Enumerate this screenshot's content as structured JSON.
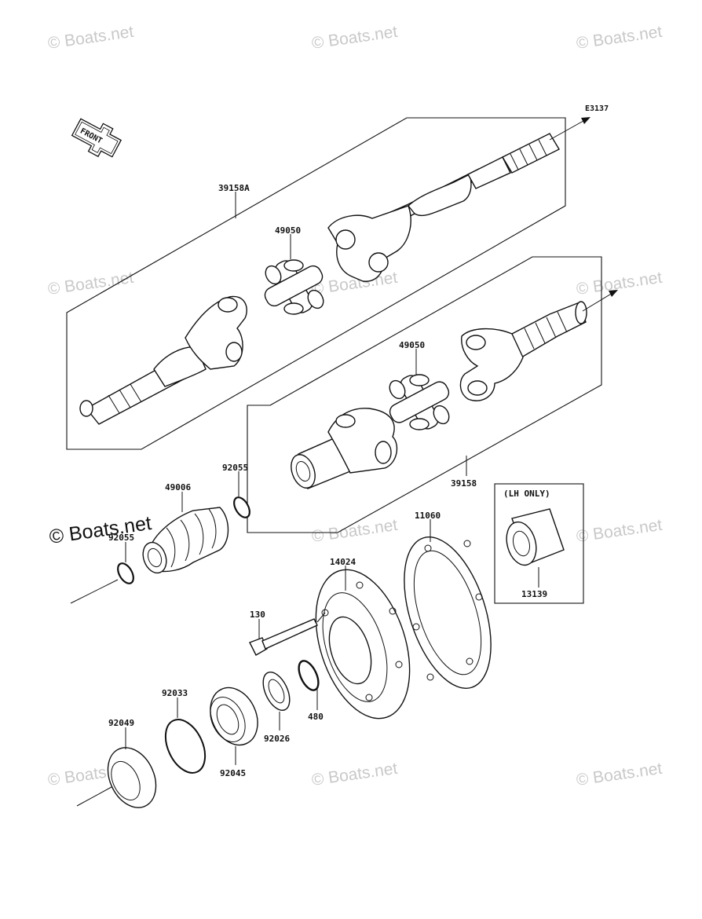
{
  "diagram_code": "E3137",
  "front_label": "FRONT",
  "lh_only_label": "(LH ONLY)",
  "watermark_text": "© Boats.net",
  "parts": {
    "p39158A": "39158A",
    "p49050_upper": "49050",
    "p49050_lower": "49050",
    "p39158": "39158",
    "p49006": "49006",
    "p92055_upper": "92055",
    "p92055_lower": "92055",
    "p11060": "11060",
    "p14024": "14024",
    "p13139": "13139",
    "p130": "130",
    "p480": "480",
    "p92026": "92026",
    "p92033": "92033",
    "p92045": "92045",
    "p92049": "92049"
  }
}
